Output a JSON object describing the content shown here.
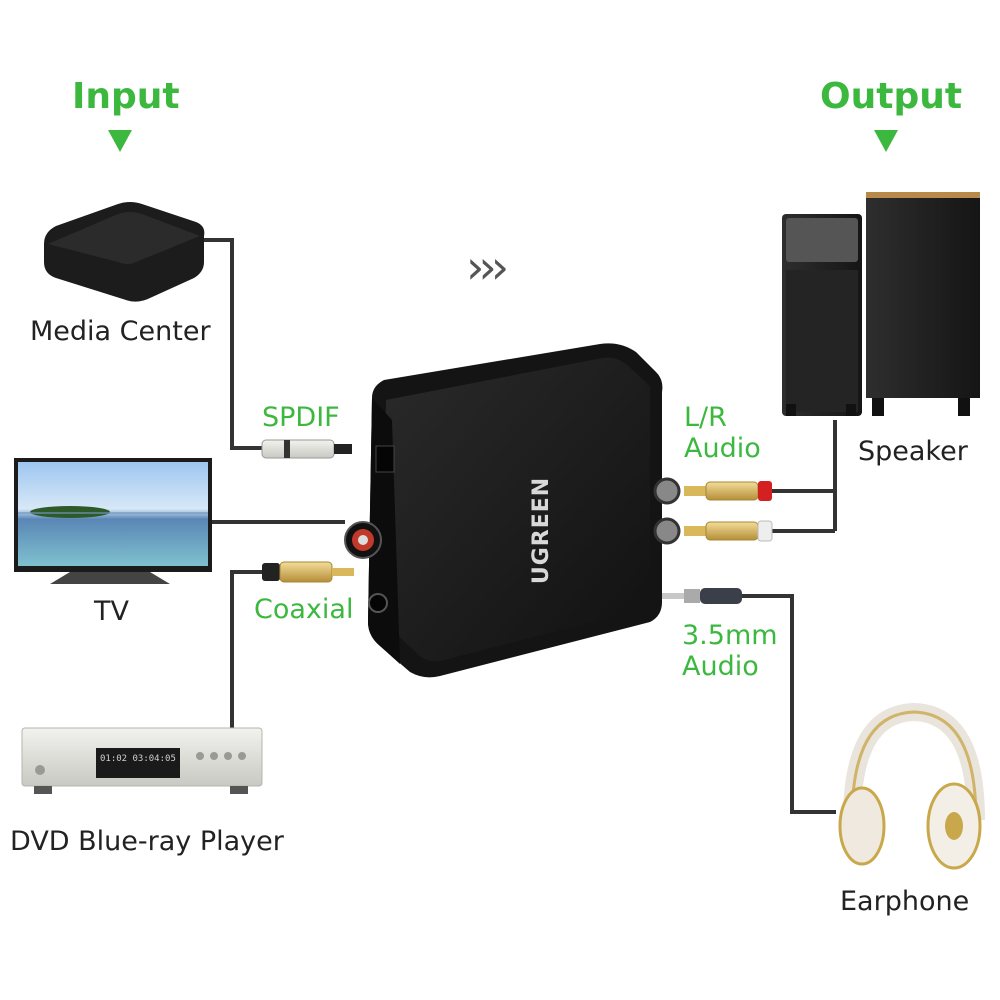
{
  "headings": {
    "input": "Input",
    "output": "Output"
  },
  "devices": {
    "media_center": "Media Center",
    "tv": "TV",
    "dvd_player": "DVD Blue-ray Player",
    "speaker": "Speaker",
    "earphone": "Earphone"
  },
  "ports": {
    "spdif": "SPDIF",
    "coaxial": "Coaxial",
    "lr_audio_line1": "L/R",
    "lr_audio_line2": "Audio",
    "jack_line1": "3.5mm",
    "jack_line2": "Audio"
  },
  "converter": {
    "brand": "UGREEN"
  },
  "dvd_display": {
    "readout": "01:02 03:04:05"
  },
  "flow_arrows": "›››",
  "colors": {
    "accent_green": "#3db83f",
    "cable": "#333333",
    "device_black": "#1a1a1a",
    "rca_red": "#d42020",
    "gold": "#c9a84c"
  }
}
